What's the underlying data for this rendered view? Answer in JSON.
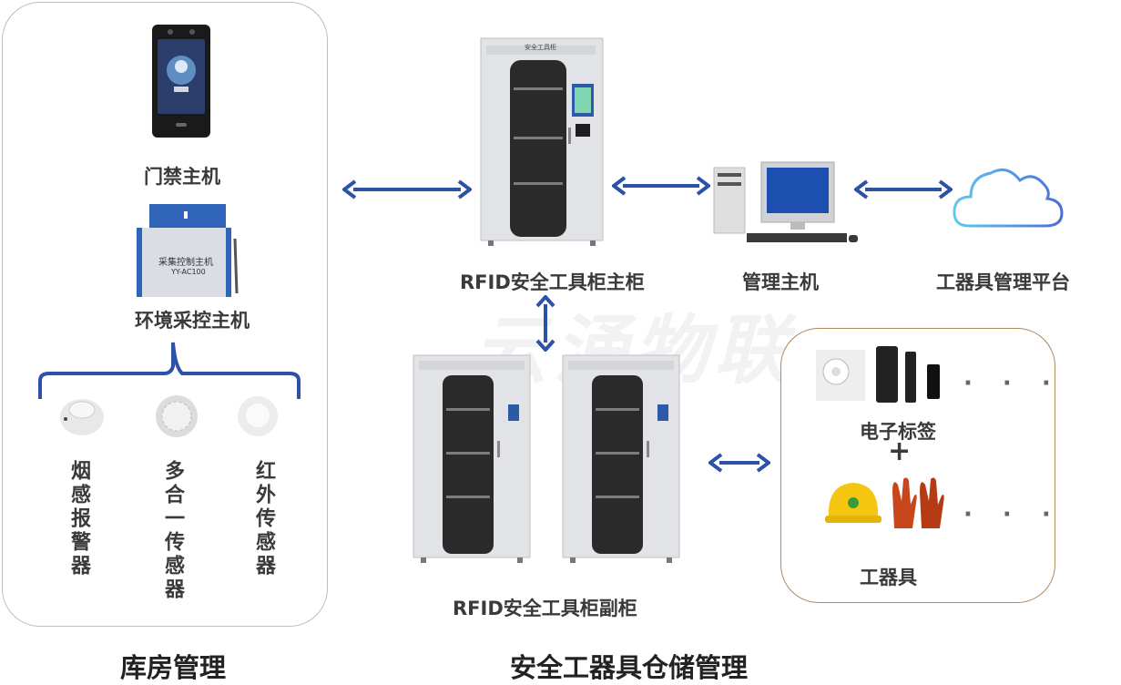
{
  "watermark": "云涌物联",
  "left_panel": {
    "access_host": "门禁主机",
    "env_host": "环境采控主机",
    "env_device_text1": "采集控制主机",
    "env_device_text2": "YY-AC100",
    "sensors": [
      "烟感报警器",
      "多合一传感器",
      "红外传感器"
    ],
    "footer": "库房管理"
  },
  "center": {
    "main_cabinet": "RFID安全工具柜主柜",
    "sub_cabinet": "RFID安全工具柜副柜",
    "cabinet_sign": "安全工具柜",
    "footer": "安全工器具仓储管理"
  },
  "right": {
    "mgmt_host": "管理主机",
    "platform": "工器具管理平台",
    "tags": "电子标签",
    "plus": "+",
    "tools": "工器具",
    "dots": "· · ·"
  },
  "colors": {
    "arrow": "#2c52a8",
    "panel_border": "#bdbdbd",
    "tool_border": "#b0875a"
  },
  "icons": [
    "face-terminal-icon",
    "controller-box-icon",
    "smoke-detector-icon",
    "multi-sensor-icon",
    "infrared-sensor-icon",
    "cabinet-icon",
    "desktop-computer-icon",
    "cloud-icon",
    "rfid-tag-icon",
    "helmet-icon",
    "gloves-icon"
  ]
}
